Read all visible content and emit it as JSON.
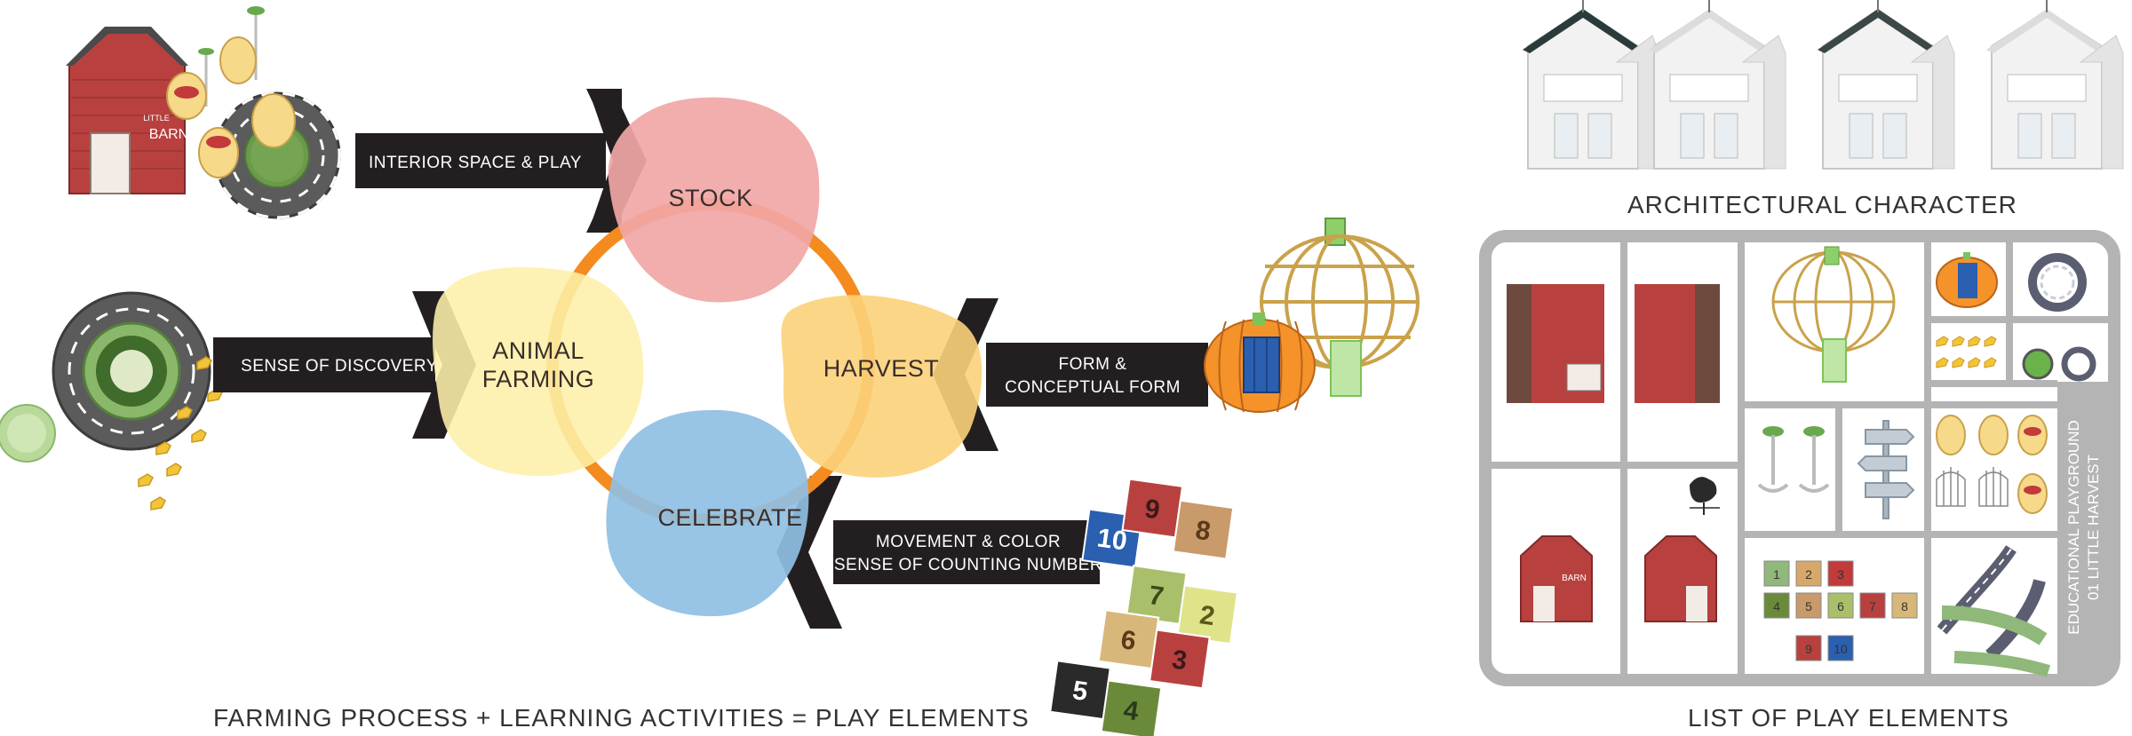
{
  "colors": {
    "stock": "#f1a6a6",
    "harvest": "#fcd27a",
    "celebrate": "#8fbfe3",
    "animal_farming": "#fdf0a8",
    "ring": "#f58a1f",
    "arrow": "#231f20",
    "kit_frame": "#b4b4b4",
    "barn_red": "#b8413f",
    "pumpkin": "#f5922a"
  },
  "cycle": {
    "stock": "STOCK",
    "harvest": "HARVEST",
    "celebrate": "CELEBRATE",
    "animal_farming_1": "ANIMAL",
    "animal_farming_2": "FARMING"
  },
  "arrows": {
    "interior": "INTERIOR SPACE & PLAY",
    "discovery": "SENSE OF DISCOVERY",
    "form_1": "FORM &",
    "form_2": "CONCEPTUAL FORM",
    "movement_1": "MOVEMENT & COLOR",
    "movement_2": "SENSE OF COUNTING NUMBER"
  },
  "barn_sign": {
    "small": "LITTLE",
    "big": "BARN"
  },
  "hopscotch": [
    "10",
    "9",
    "8",
    "7",
    "2",
    "6",
    "3",
    "5",
    "4"
  ],
  "kit": {
    "side_label_1": "EDUCATIONAL PLAYGROUND",
    "side_label_2": "01 LITTLE HARVEST",
    "barn_sign": "BARN",
    "tiles": [
      "1",
      "2",
      "3",
      "4",
      "5",
      "6",
      "7",
      "8",
      "9",
      "10"
    ]
  },
  "captions": {
    "left": "FARMING PROCESS  + LEARNING ACTIVITIES = PLAY ELEMENTS",
    "architectural": "ARCHITECTURAL CHARACTER",
    "list": "LIST OF PLAY ELEMENTS"
  },
  "icons": [
    "barn-icon",
    "racetrack-icon",
    "egg-swing-icon",
    "pumpkin-icon",
    "cage-icon",
    "rooster-weathervane-icon",
    "house-icon",
    "duck-icon"
  ]
}
